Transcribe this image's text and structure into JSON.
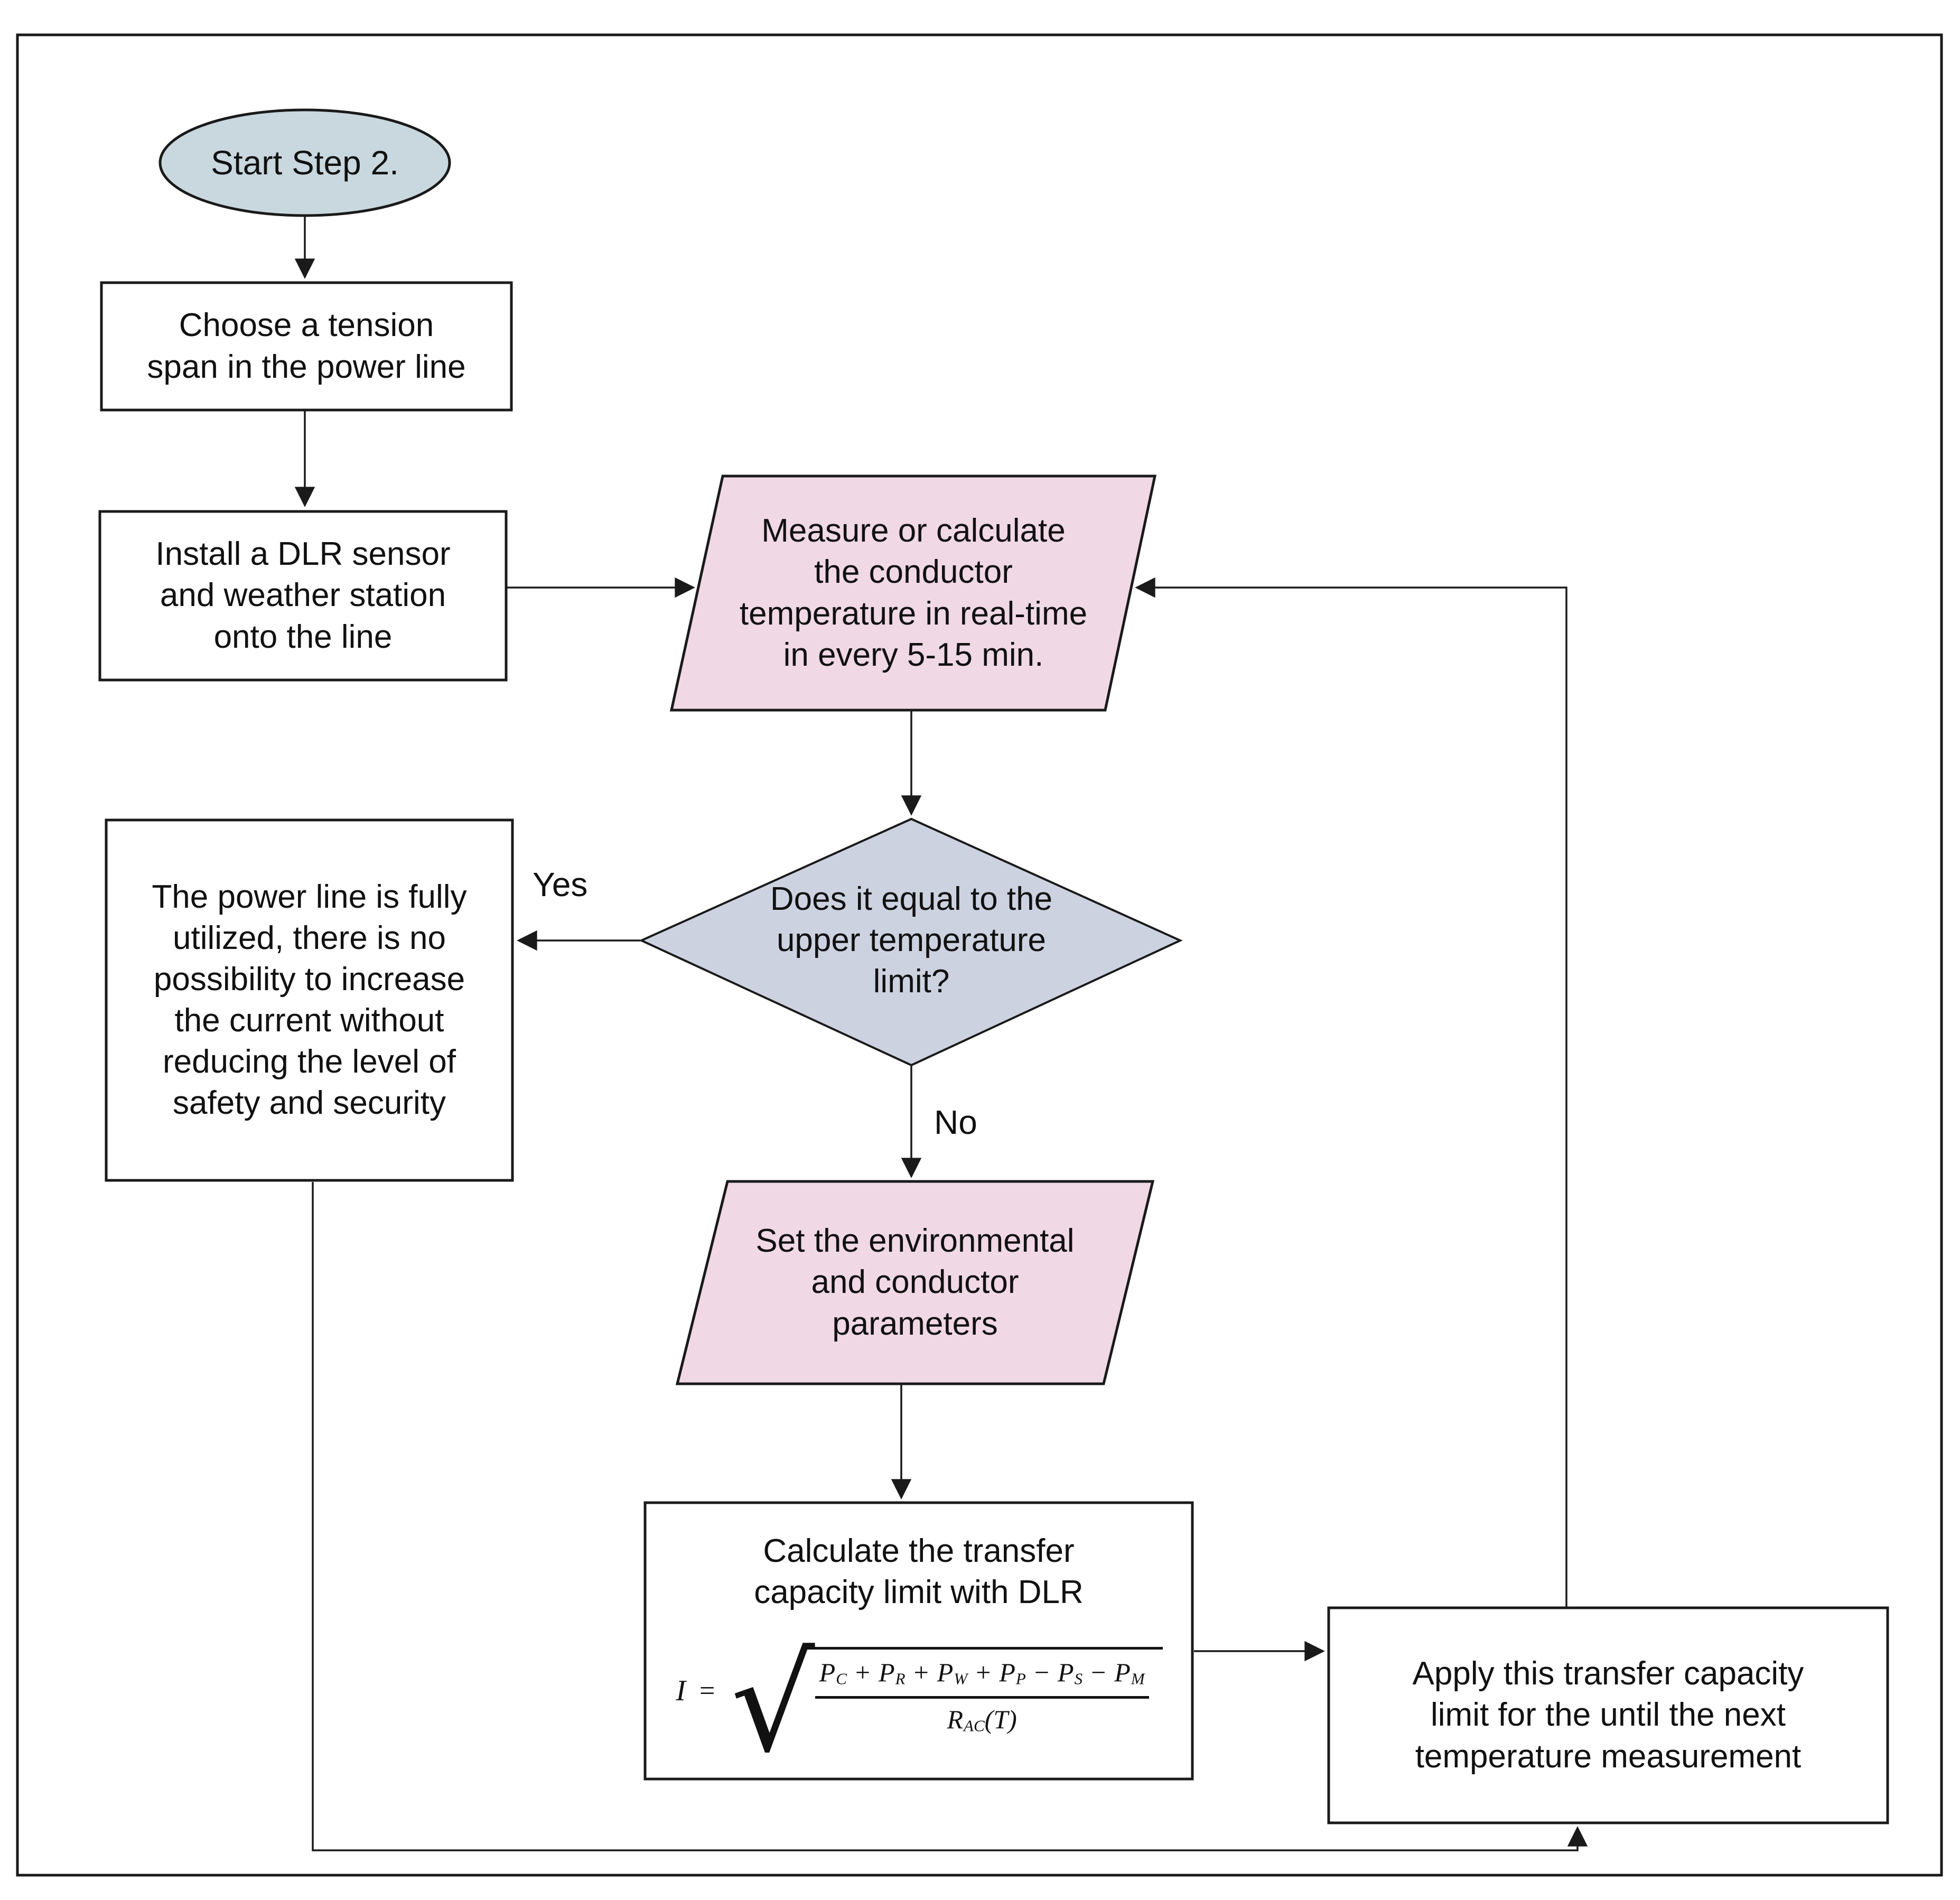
{
  "diagram": {
    "colors": {
      "background": "#ffffff",
      "border_stroke": "#1a1a1a",
      "terminator_fill": "#c8d8de",
      "decision_fill": "#ccd2e0",
      "io_fill": "#f0d8e5",
      "process_fill": "#ffffff",
      "text": "#111111"
    },
    "nodes": {
      "start": {
        "label": "Start Step 2."
      },
      "choose_span": {
        "lines": [
          "Choose a tension",
          "span in the power line"
        ]
      },
      "install_sensor": {
        "lines": [
          "Install a DLR sensor",
          "and weather station",
          "onto the line"
        ]
      },
      "measure_temp": {
        "lines": [
          "Measure or calculate",
          "the conductor",
          "temperature in real-time",
          "in every 5-15 min."
        ]
      },
      "temp_limit_decision": {
        "lines": [
          "Does it equal to the",
          "upper temperature",
          "limit?"
        ]
      },
      "fully_utilized": {
        "lines": [
          "The power line is fully",
          "utilized, there is no",
          "possibility to increase",
          "the current without",
          "reducing the level of",
          "safety and security"
        ]
      },
      "set_parameters": {
        "lines": [
          "Set the environmental",
          "and conductor",
          "parameters"
        ]
      },
      "calculate_limit": {
        "title_lines": [
          "Calculate the transfer",
          "capacity limit with DLR"
        ]
      },
      "apply_limit": {
        "lines": [
          "Apply this transfer capacity",
          "limit for the until the next",
          "temperature measurement"
        ]
      }
    },
    "edge_labels": {
      "yes": "Yes",
      "no": "No"
    }
  },
  "formula": {
    "lhs": "I",
    "equals": "=",
    "radical": "√",
    "numerator": [
      {
        "base": "P",
        "sub": "C",
        "op": "+"
      },
      {
        "base": "P",
        "sub": "R",
        "op": "+"
      },
      {
        "base": "P",
        "sub": "W",
        "op": "+"
      },
      {
        "base": "P",
        "sub": "P",
        "op": "−"
      },
      {
        "base": "P",
        "sub": "S",
        "op": "−"
      },
      {
        "base": "P",
        "sub": "M",
        "op": ""
      }
    ],
    "denominator": {
      "base": "R",
      "sub": "AC",
      "arg": "(T)"
    }
  }
}
